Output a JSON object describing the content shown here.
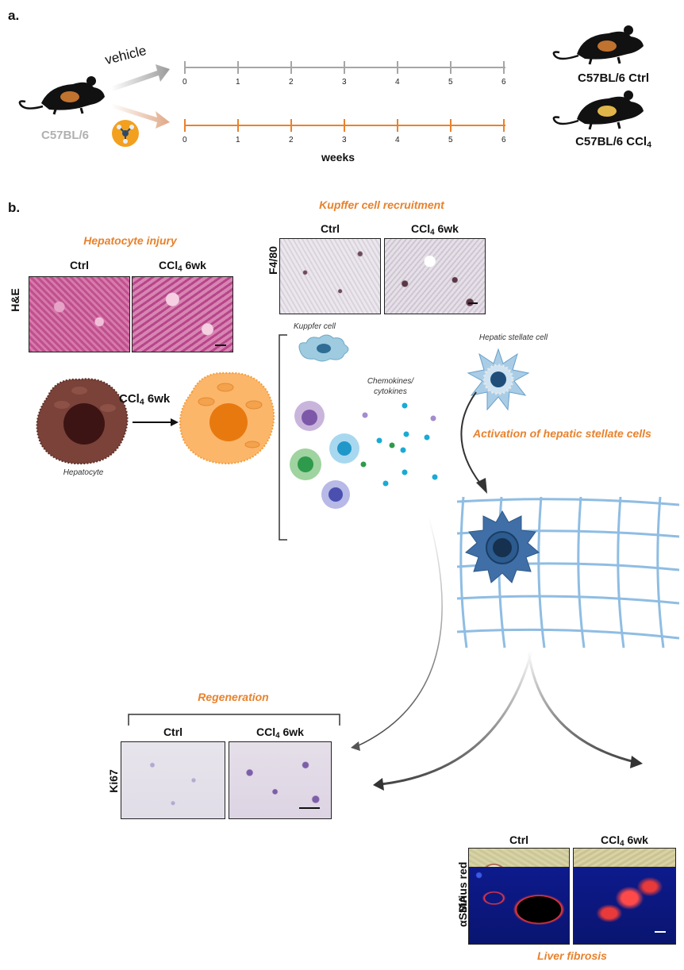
{
  "panel_a": {
    "letter": "a.",
    "vehicle_label": "vehicle",
    "strain_label": "C57BL/6",
    "timeline_ticks": [
      "0",
      "1",
      "2",
      "3",
      "4",
      "5",
      "6"
    ],
    "timeline_axis_label": "weeks",
    "ctrl_group_label": "C57BL/6 Ctrl",
    "ccl4_group_label_main": "C57BL/6 CCl",
    "ccl4_group_label_sub": "4",
    "colors": {
      "vehicle_line": "#a6a6a6",
      "ccl4_line": "#e8822d"
    }
  },
  "panel_b": {
    "letter": "b.",
    "hepatocyte_injury": {
      "title": "Hepatocyte injury",
      "col_ctrl": "Ctrl",
      "col_ccl4_main": "CCl",
      "col_ccl4_sub": "4",
      "col_ccl4_suffix": " 6wk",
      "row_label": "H&E"
    },
    "kupffer_recruitment": {
      "title": "Kupffer cell recruitment",
      "col_ctrl": "Ctrl",
      "col_ccl4_main": "CCl",
      "col_ccl4_sub": "4",
      "col_ccl4_suffix": " 6wk",
      "row_label": "F4/80"
    },
    "ccl4_arrow_main": "CCl",
    "ccl4_arrow_sub": "4",
    "ccl4_arrow_suffix": " 6wk",
    "hepatocyte_label": "Hepatocyte",
    "kupffer_cell_label": "Kuppfer cell",
    "chemokines_line1": "Chemokines/",
    "chemokines_line2": "cytokines",
    "stellate_cell_label": "Hepatic stellate cell",
    "activation_title": "Activation of hepatic stellate cells",
    "regeneration": {
      "title": "Regeneration",
      "col_ctrl": "Ctrl",
      "col_ccl4_main": "CCl",
      "col_ccl4_sub": "4",
      "col_ccl4_suffix": " 6wk",
      "row_label": "Ki67"
    },
    "fibrosis": {
      "title": "Liver fibrosis",
      "col_ctrl": "Ctrl",
      "col_ccl4_main": "CCl",
      "col_ccl4_sub": "4",
      "col_ccl4_suffix": " 6wk",
      "row1_label": "Sirius red",
      "row2_label": "αSMA"
    }
  }
}
